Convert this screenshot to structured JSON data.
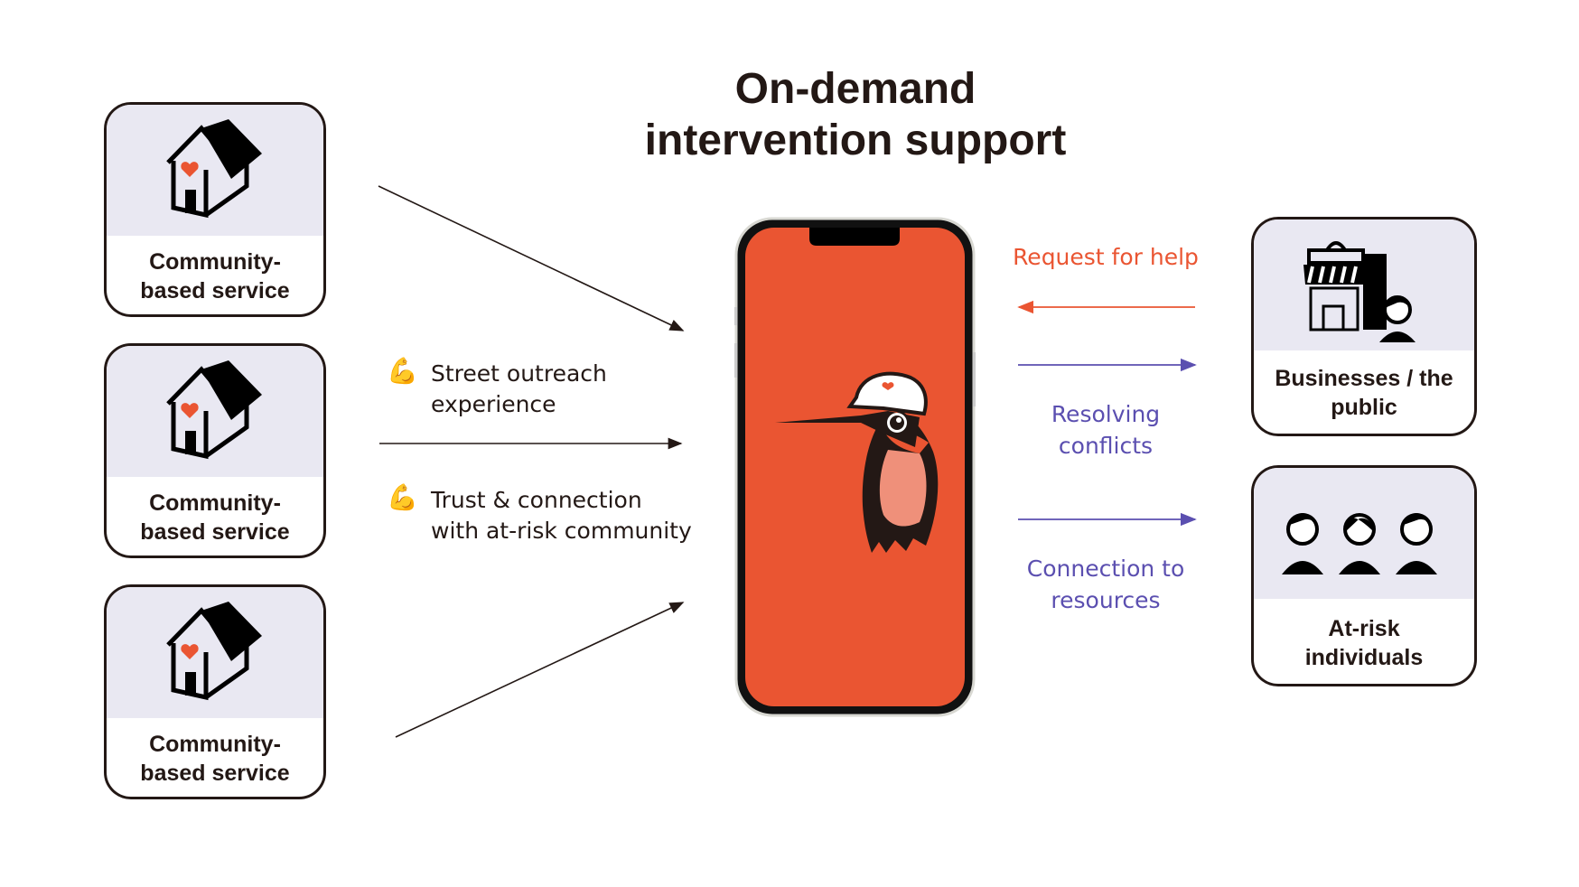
{
  "title": {
    "line1": "On-demand",
    "line2": "intervention support"
  },
  "left_cards": [
    {
      "line1": "Community-",
      "line2": "based service"
    },
    {
      "line1": "Community-",
      "line2": "based service"
    },
    {
      "line1": "Community-",
      "line2": "based service"
    }
  ],
  "middle_left": {
    "item1": {
      "emoji": "💪",
      "line1": "Street outreach",
      "line2": "experience"
    },
    "item2": {
      "emoji": "💪",
      "line1": "Trust & connection",
      "line2": "with at-risk community"
    }
  },
  "right_labels": {
    "request": "Request for help",
    "resolving": {
      "line1": "Resolving",
      "line2": "conflicts"
    },
    "connection": {
      "line1": "Connection to",
      "line2": "resources"
    }
  },
  "right_cards": [
    {
      "line1": "Businesses / the",
      "line2": "public"
    },
    {
      "line1": "At-risk",
      "line2": "individuals"
    }
  ],
  "colors": {
    "red": "#ea5532",
    "purple": "#5b4fb0",
    "dark": "#231815",
    "card_bg": "#e9e8f2"
  }
}
